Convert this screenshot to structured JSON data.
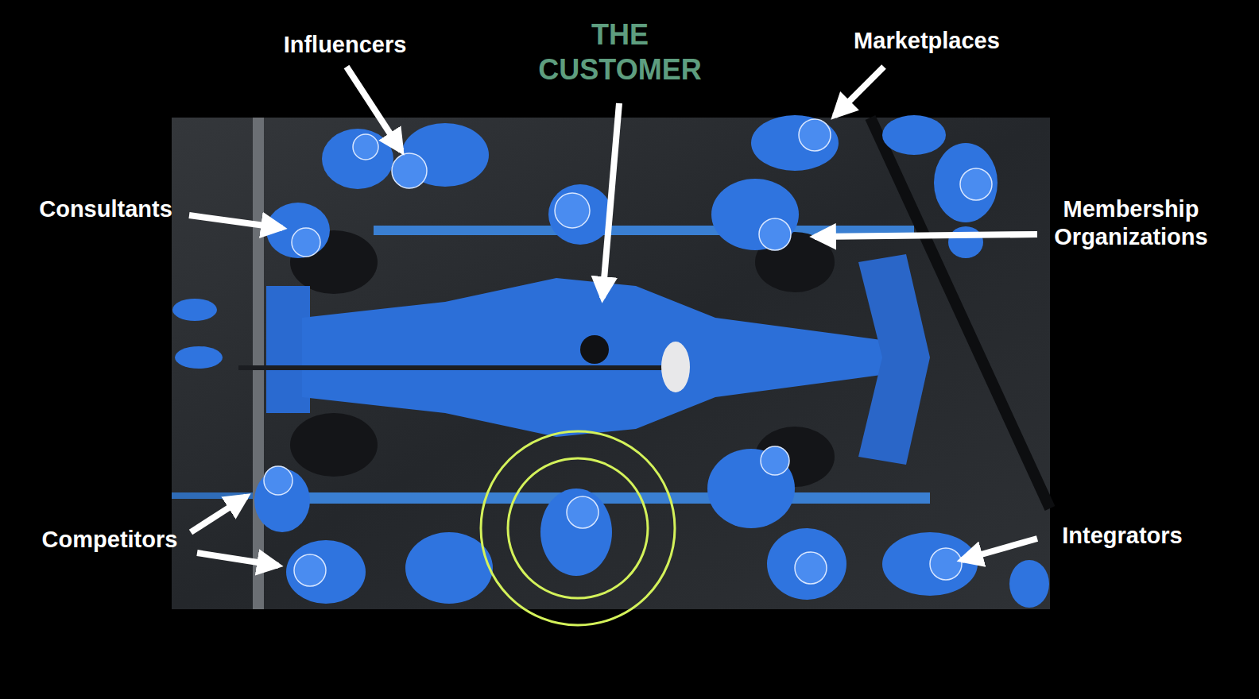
{
  "diagram": {
    "labels": [
      "Influencers",
      "THE CUSTOMER",
      "Marketplaces",
      "Consultants",
      "Membership Organizations",
      "Competitors",
      "Integrators"
    ]
  }
}
